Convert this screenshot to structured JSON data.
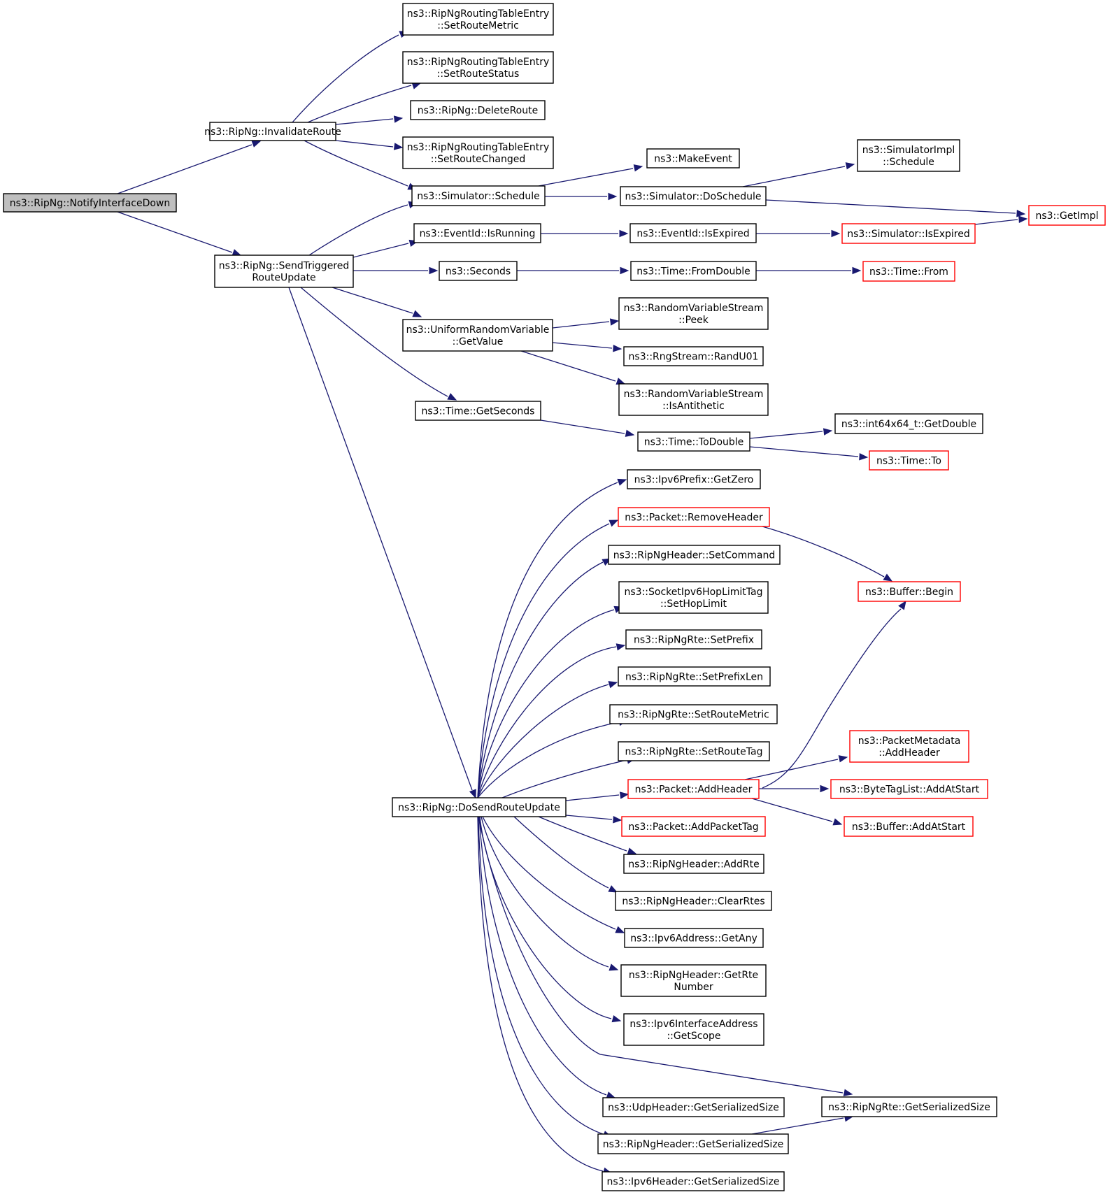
{
  "nodes": [
    {
      "id": "notify",
      "lines": [
        "ns3::RipNg::NotifyInterfaceDown"
      ],
      "style": "root"
    },
    {
      "id": "invalidate",
      "lines": [
        "ns3::RipNg::InvalidateRoute"
      ],
      "style": "normal"
    },
    {
      "id": "sendtrig",
      "lines": [
        "ns3::RipNg::SendTriggered",
        "RouteUpdate"
      ],
      "style": "normal"
    },
    {
      "id": "setroutemetric",
      "lines": [
        "ns3::RipNgRoutingTableEntry",
        "::SetRouteMetric"
      ],
      "style": "normal"
    },
    {
      "id": "setroutestatus",
      "lines": [
        "ns3::RipNgRoutingTableEntry",
        "::SetRouteStatus"
      ],
      "style": "normal"
    },
    {
      "id": "deleteroute",
      "lines": [
        "ns3::RipNg::DeleteRoute"
      ],
      "style": "normal"
    },
    {
      "id": "setroutechanged",
      "lines": [
        "ns3::RipNgRoutingTableEntry",
        "::SetRouteChanged"
      ],
      "style": "normal"
    },
    {
      "id": "schedule",
      "lines": [
        "ns3::Simulator::Schedule"
      ],
      "style": "normal"
    },
    {
      "id": "makeevent",
      "lines": [
        "ns3::MakeEvent"
      ],
      "style": "normal"
    },
    {
      "id": "doschedule",
      "lines": [
        "ns3::Simulator::DoSchedule"
      ],
      "style": "normal"
    },
    {
      "id": "simimplschedule",
      "lines": [
        "ns3::SimulatorImpl",
        "::Schedule"
      ],
      "style": "normal"
    },
    {
      "id": "getimpl",
      "lines": [
        "ns3::GetImpl"
      ],
      "style": "red"
    },
    {
      "id": "isrunning",
      "lines": [
        "ns3::EventId::IsRunning"
      ],
      "style": "normal"
    },
    {
      "id": "isexpired",
      "lines": [
        "ns3::EventId::IsExpired"
      ],
      "style": "normal"
    },
    {
      "id": "simisexpired",
      "lines": [
        "ns3::Simulator::IsExpired"
      ],
      "style": "red"
    },
    {
      "id": "seconds",
      "lines": [
        "ns3::Seconds"
      ],
      "style": "normal"
    },
    {
      "id": "fromdouble",
      "lines": [
        "ns3::Time::FromDouble"
      ],
      "style": "normal"
    },
    {
      "id": "timefrom",
      "lines": [
        "ns3::Time::From"
      ],
      "style": "red"
    },
    {
      "id": "urvgetvalue",
      "lines": [
        "ns3::UniformRandomVariable",
        "::GetValue"
      ],
      "style": "normal"
    },
    {
      "id": "rvspeek",
      "lines": [
        "ns3::RandomVariableStream",
        "::Peek"
      ],
      "style": "normal"
    },
    {
      "id": "randu01",
      "lines": [
        "ns3::RngStream::RandU01"
      ],
      "style": "normal"
    },
    {
      "id": "isantithetic",
      "lines": [
        "ns3::RandomVariableStream",
        "::IsAntithetic"
      ],
      "style": "normal"
    },
    {
      "id": "getseconds",
      "lines": [
        "ns3::Time::GetSeconds"
      ],
      "style": "normal"
    },
    {
      "id": "todouble",
      "lines": [
        "ns3::Time::ToDouble"
      ],
      "style": "normal"
    },
    {
      "id": "int64getdouble",
      "lines": [
        "ns3::int64x64_t::GetDouble"
      ],
      "style": "normal"
    },
    {
      "id": "timeto",
      "lines": [
        "ns3::Time::To"
      ],
      "style": "red"
    },
    {
      "id": "dosend",
      "lines": [
        "ns3::RipNg::DoSendRouteUpdate"
      ],
      "style": "normal"
    },
    {
      "id": "getzero",
      "lines": [
        "ns3::Ipv6Prefix::GetZero"
      ],
      "style": "normal"
    },
    {
      "id": "removeheader",
      "lines": [
        "ns3::Packet::RemoveHeader"
      ],
      "style": "red"
    },
    {
      "id": "setcommand",
      "lines": [
        "ns3::RipNgHeader::SetCommand"
      ],
      "style": "normal"
    },
    {
      "id": "sethoplimit",
      "lines": [
        "ns3::SocketIpv6HopLimitTag",
        "::SetHopLimit"
      ],
      "style": "normal"
    },
    {
      "id": "setprefix",
      "lines": [
        "ns3::RipNgRte::SetPrefix"
      ],
      "style": "normal"
    },
    {
      "id": "setprefixlen",
      "lines": [
        "ns3::RipNgRte::SetPrefixLen"
      ],
      "style": "normal"
    },
    {
      "id": "rtesetroutemetric",
      "lines": [
        "ns3::RipNgRte::SetRouteMetric"
      ],
      "style": "normal"
    },
    {
      "id": "setroutetag",
      "lines": [
        "ns3::RipNgRte::SetRouteTag"
      ],
      "style": "normal"
    },
    {
      "id": "addheader",
      "lines": [
        "ns3::Packet::AddHeader"
      ],
      "style": "red"
    },
    {
      "id": "addpackettag",
      "lines": [
        "ns3::Packet::AddPacketTag"
      ],
      "style": "red"
    },
    {
      "id": "addrte",
      "lines": [
        "ns3::RipNgHeader::AddRte"
      ],
      "style": "normal"
    },
    {
      "id": "clearrtes",
      "lines": [
        "ns3::RipNgHeader::ClearRtes"
      ],
      "style": "normal"
    },
    {
      "id": "getany",
      "lines": [
        "ns3::Ipv6Address::GetAny"
      ],
      "style": "normal"
    },
    {
      "id": "getrtenumber",
      "lines": [
        "ns3::RipNgHeader::GetRte",
        "Number"
      ],
      "style": "normal"
    },
    {
      "id": "getscope",
      "lines": [
        "ns3::Ipv6InterfaceAddress",
        "::GetScope"
      ],
      "style": "normal"
    },
    {
      "id": "udpgetsize",
      "lines": [
        "ns3::UdpHeader::GetSerializedSize"
      ],
      "style": "normal"
    },
    {
      "id": "ripnghdrgetsize",
      "lines": [
        "ns3::RipNgHeader::GetSerializedSize"
      ],
      "style": "normal"
    },
    {
      "id": "ipv6hdrgetsize",
      "lines": [
        "ns3::Ipv6Header::GetSerializedSize"
      ],
      "style": "normal"
    },
    {
      "id": "rtegetsize",
      "lines": [
        "ns3::RipNgRte::GetSerializedSize"
      ],
      "style": "normal"
    },
    {
      "id": "bufferbegin",
      "lines": [
        "ns3::Buffer::Begin"
      ],
      "style": "red"
    },
    {
      "id": "pmaddheader",
      "lines": [
        "ns3::PacketMetadata",
        "::AddHeader"
      ],
      "style": "red"
    },
    {
      "id": "btladdatstart",
      "lines": [
        "ns3::ByteTagList::AddAtStart"
      ],
      "style": "red"
    },
    {
      "id": "bufaddatstart",
      "lines": [
        "ns3::Buffer::AddAtStart"
      ],
      "style": "red"
    }
  ],
  "edges": [
    [
      "notify",
      "invalidate"
    ],
    [
      "notify",
      "sendtrig"
    ],
    [
      "invalidate",
      "setroutemetric"
    ],
    [
      "invalidate",
      "setroutestatus"
    ],
    [
      "invalidate",
      "deleteroute"
    ],
    [
      "invalidate",
      "setroutechanged"
    ],
    [
      "invalidate",
      "schedule"
    ],
    [
      "schedule",
      "makeevent"
    ],
    [
      "schedule",
      "doschedule"
    ],
    [
      "doschedule",
      "simimplschedule"
    ],
    [
      "doschedule",
      "getimpl"
    ],
    [
      "sendtrig",
      "schedule"
    ],
    [
      "sendtrig",
      "isrunning"
    ],
    [
      "sendtrig",
      "seconds"
    ],
    [
      "sendtrig",
      "urvgetvalue"
    ],
    [
      "sendtrig",
      "getseconds"
    ],
    [
      "sendtrig",
      "dosend"
    ],
    [
      "isrunning",
      "isexpired"
    ],
    [
      "isexpired",
      "simisexpired"
    ],
    [
      "simisexpired",
      "getimpl"
    ],
    [
      "seconds",
      "fromdouble"
    ],
    [
      "fromdouble",
      "timefrom"
    ],
    [
      "urvgetvalue",
      "rvspeek"
    ],
    [
      "urvgetvalue",
      "randu01"
    ],
    [
      "urvgetvalue",
      "isantithetic"
    ],
    [
      "getseconds",
      "todouble"
    ],
    [
      "todouble",
      "int64getdouble"
    ],
    [
      "todouble",
      "timeto"
    ],
    [
      "dosend",
      "getzero"
    ],
    [
      "dosend",
      "removeheader"
    ],
    [
      "dosend",
      "setcommand"
    ],
    [
      "dosend",
      "sethoplimit"
    ],
    [
      "dosend",
      "setprefix"
    ],
    [
      "dosend",
      "setprefixlen"
    ],
    [
      "dosend",
      "rtesetroutemetric"
    ],
    [
      "dosend",
      "setroutetag"
    ],
    [
      "dosend",
      "addheader"
    ],
    [
      "dosend",
      "addpackettag"
    ],
    [
      "dosend",
      "addrte"
    ],
    [
      "dosend",
      "clearrtes"
    ],
    [
      "dosend",
      "getany"
    ],
    [
      "dosend",
      "getrtenumber"
    ],
    [
      "dosend",
      "getscope"
    ],
    [
      "dosend",
      "rtegetsize"
    ],
    [
      "dosend",
      "udpgetsize"
    ],
    [
      "dosend",
      "ripnghdrgetsize"
    ],
    [
      "dosend",
      "ipv6hdrgetsize"
    ],
    [
      "removeheader",
      "bufferbegin"
    ],
    [
      "addheader",
      "bufferbegin"
    ],
    [
      "addheader",
      "pmaddheader"
    ],
    [
      "addheader",
      "btladdatstart"
    ],
    [
      "addheader",
      "bufaddatstart"
    ],
    [
      "ripnghdrgetsize",
      "rtegetsize"
    ]
  ]
}
